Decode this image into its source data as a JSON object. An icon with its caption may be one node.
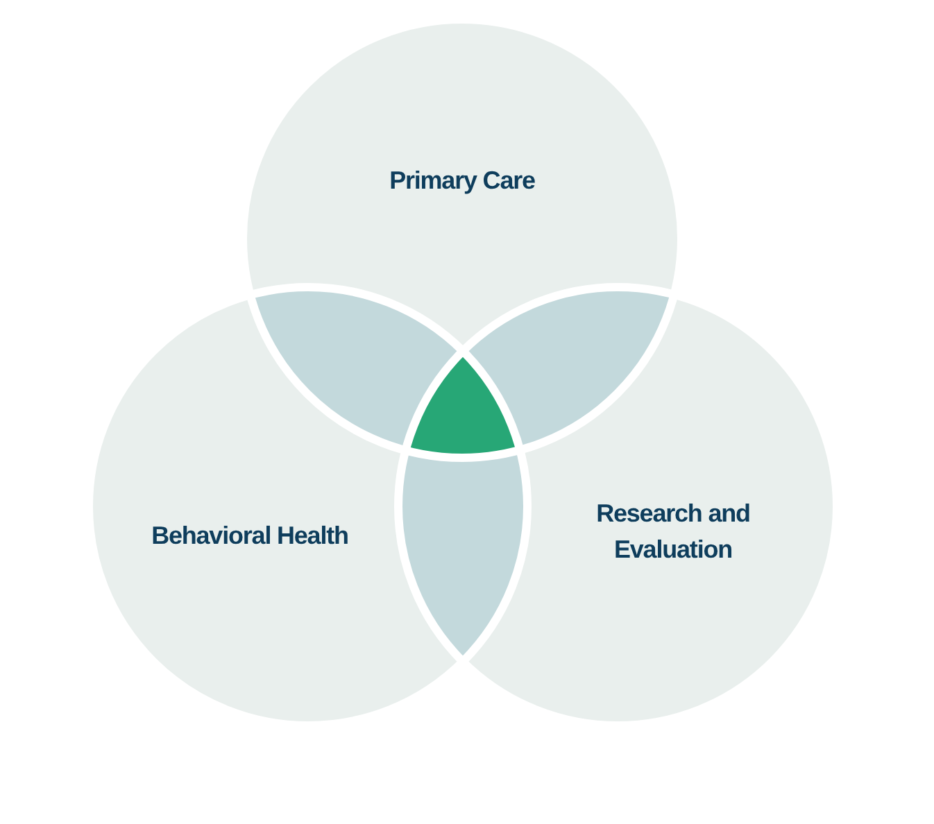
{
  "diagram": {
    "nodes": [
      {
        "text": [
          "Primary Care"
        ]
      },
      {
        "text": [
          "Behavioral Health"
        ]
      },
      {
        "text": [
          "Research and Evaluation"
        ]
      }
    ]
  }
}
